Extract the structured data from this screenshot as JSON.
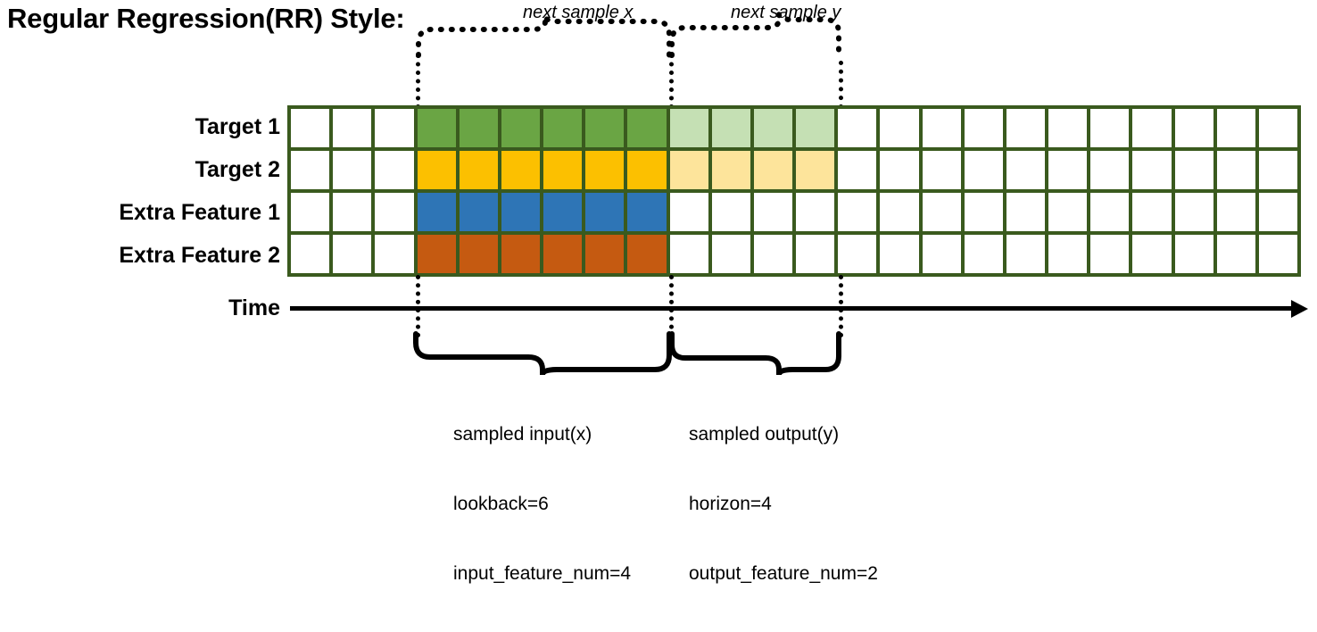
{
  "title": "Regular Regression(RR) Style:",
  "annotations": {
    "next_sample_x": "next sample x",
    "next_sample_y": "next sample y"
  },
  "rows": [
    {
      "label": "Target 1",
      "key": "target1",
      "color": "#6aa544",
      "light_color": "#c5e0b4"
    },
    {
      "label": "Target 2",
      "key": "target2",
      "color": "#fcc000",
      "light_color": "#fde49b"
    },
    {
      "label": "Extra Feature 1",
      "key": "feature1",
      "color": "#2e75b6",
      "light_color": null
    },
    {
      "label": "Extra Feature 2",
      "key": "feature2",
      "color": "#c55a11",
      "light_color": null
    }
  ],
  "axis": {
    "label": "Time"
  },
  "grid": {
    "columns": 24,
    "rows": 4,
    "lookback_start_col": 4,
    "lookback_end_col": 9,
    "horizon_start_col": 10,
    "horizon_end_col": 13,
    "border_color": "#3a5a1e",
    "empty_color": "#ffffff"
  },
  "captions": {
    "input": {
      "line1": "sampled input(x)",
      "line2": "lookback=6",
      "line3": "input_feature_num=4"
    },
    "output": {
      "line1": "sampled output(y)",
      "line2": "horizon=4",
      "line3": "output_feature_num=2"
    }
  }
}
